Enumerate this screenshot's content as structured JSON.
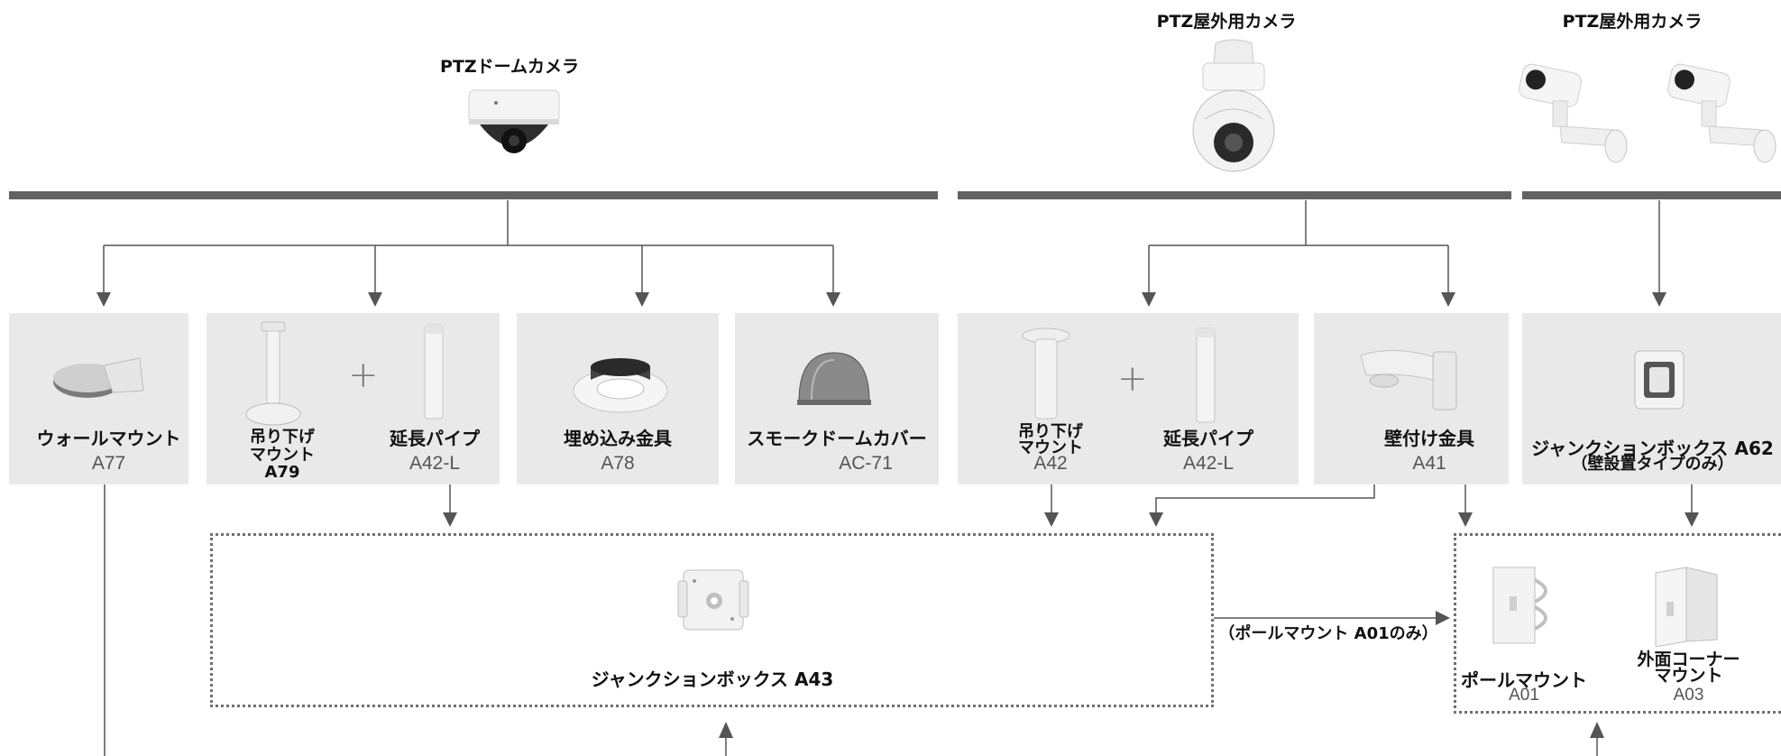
{
  "headings": {
    "dome": "PTZドームカメラ",
    "outdoor1": "PTZ屋外用カメラ",
    "outdoor2": "PTZ屋外用カメラ"
  },
  "dome_products": {
    "wall_mount": {
      "name": "ウォールマウント",
      "model": "A77"
    },
    "pendant": {
      "name_line1": "吊り下げ",
      "name_line2": "マウント",
      "model": "A79"
    },
    "pipe": {
      "name": "延長パイプ",
      "model": "A42-L"
    },
    "flush": {
      "name": "埋め込み金具",
      "model": "A78"
    },
    "smoke": {
      "name": "スモークドームカバー",
      "model": "AC-71"
    }
  },
  "speed_products": {
    "pendant": {
      "name_line1": "吊り下げ",
      "name_line2": "マウント",
      "model": "A42"
    },
    "pipe": {
      "name": "延長パイプ",
      "model": "A42-L"
    },
    "wall": {
      "name": "壁付け金具",
      "model": "A41"
    }
  },
  "bullet_products": {
    "jbox": {
      "name": "ジャンクションボックス A62",
      "note": "（壁設置タイプのみ）"
    }
  },
  "plus_sign": "+",
  "junction_a43": "ジャンクションボックス A43",
  "pole_only": "（ポールマウント A01のみ）",
  "pole_mount": {
    "name": "ポールマウント",
    "model": "A01"
  },
  "corner_mount": {
    "name_line1": "外面コーナー",
    "name_line2": "マウント",
    "model": "A03"
  },
  "colors": {
    "bar": "#626262",
    "box": "#e9e9e9",
    "line": "#555555"
  }
}
